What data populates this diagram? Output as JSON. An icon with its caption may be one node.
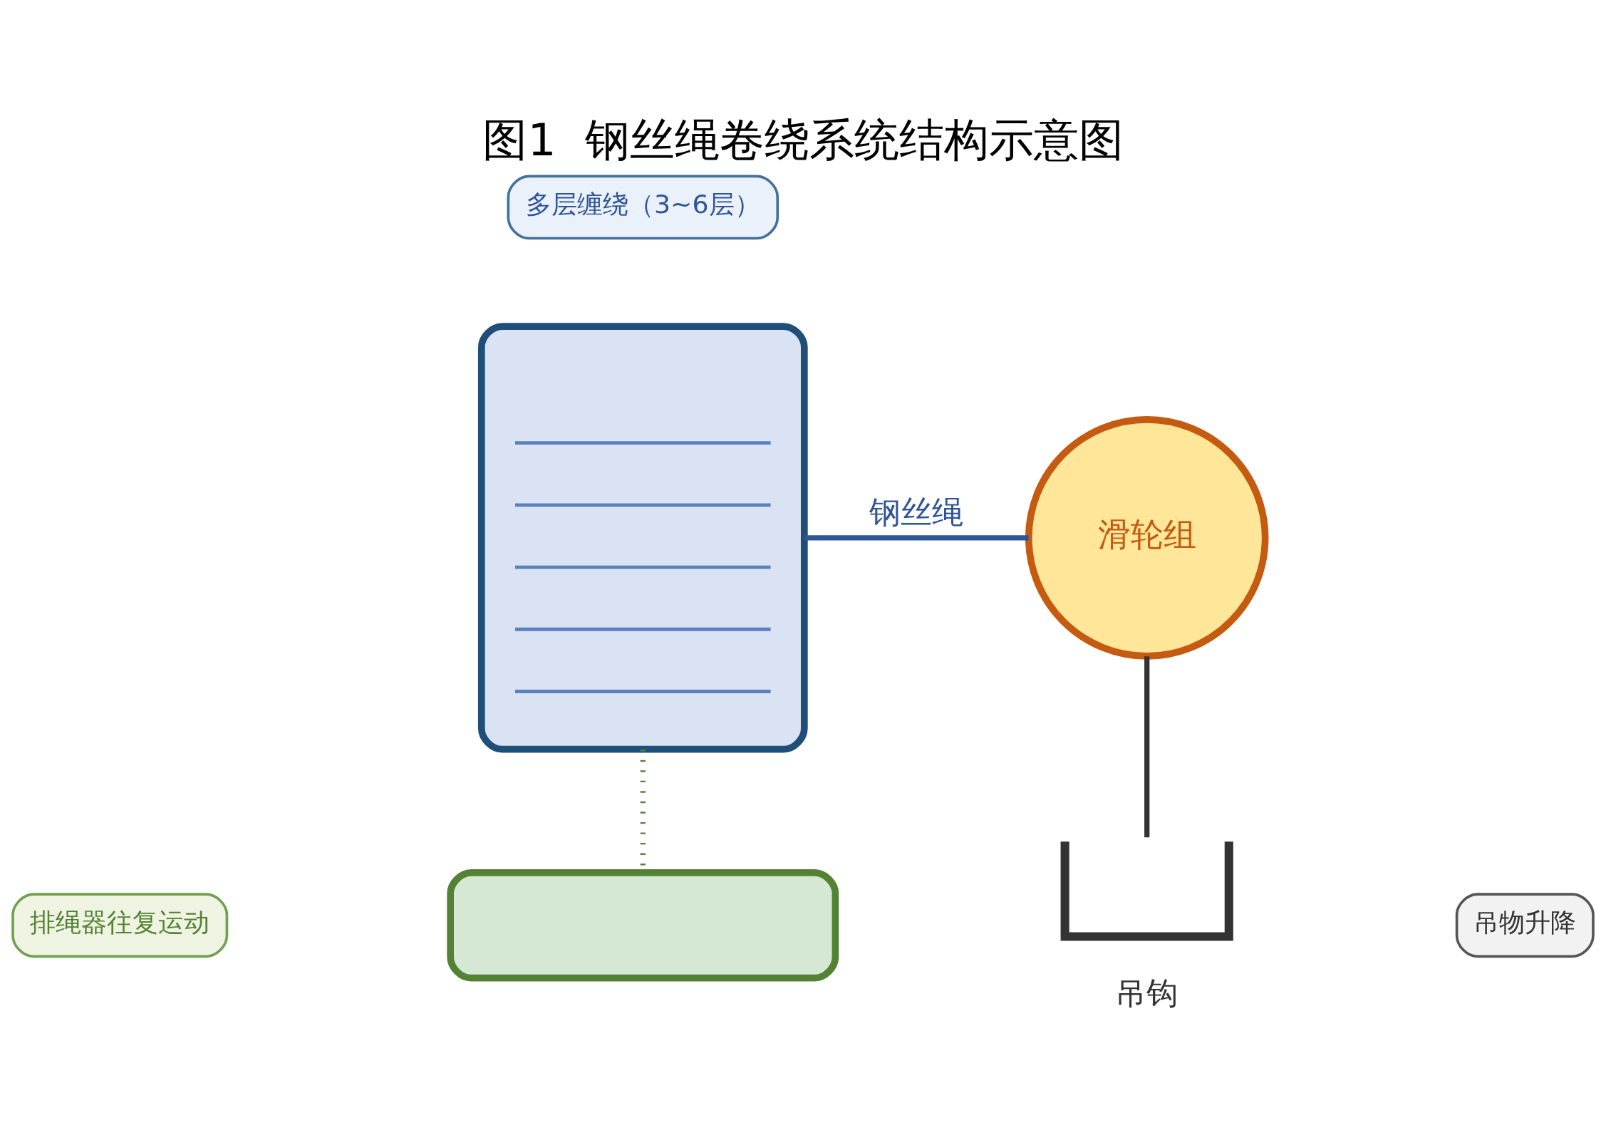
{
  "diagram": {
    "title": "图1  钢丝绳卷绕系统结构示意图",
    "nodes": [
      {
        "text": [
          "多层缠绕（3~6层）"
        ]
      },
      {
        "text": [],
        "shape": "box"
      },
      {
        "text": [
          "滑轮组"
        ]
      },
      {
        "text": [],
        "shape": "box"
      },
      {
        "text": [
          "排绳器往复运动"
        ]
      },
      {
        "text": [
          "吊物升降"
        ]
      },
      {
        "text": [
          "吊钩"
        ]
      }
    ],
    "edges": [
      {
        "from": 1,
        "to": 2,
        "arrow": "none",
        "label": "钢丝绳",
        "color": "#2f5597"
      },
      {
        "from": 1,
        "to": 3,
        "arrow": "none",
        "style": "dashed",
        "color": "#548235"
      },
      {
        "from": 2,
        "to": 6,
        "arrow": "none",
        "color": "#333333"
      }
    ]
  }
}
